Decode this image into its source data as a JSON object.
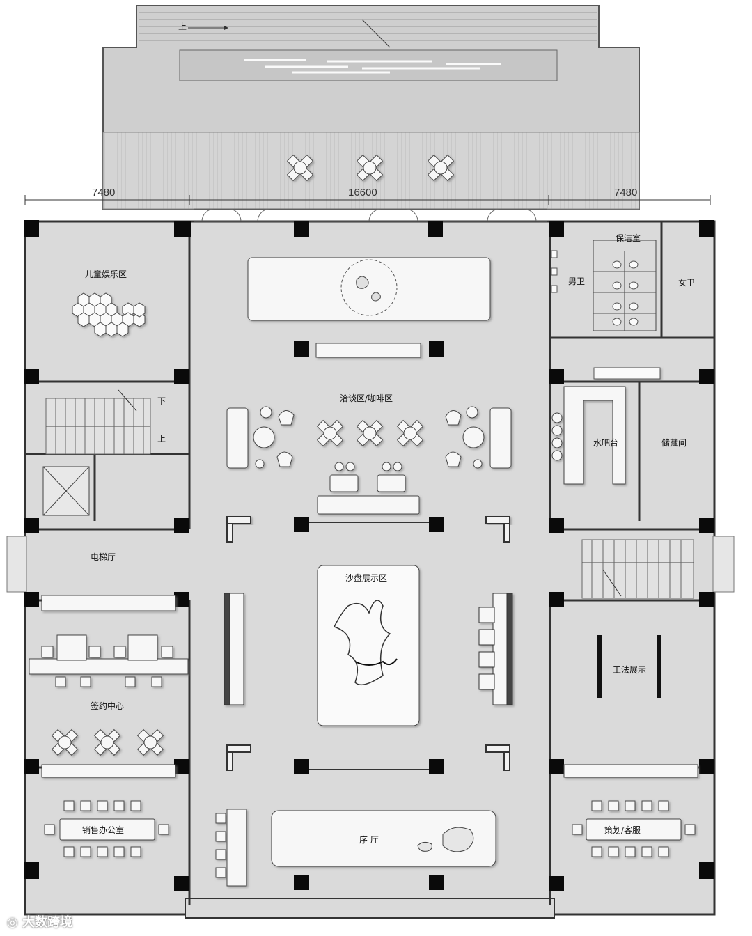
{
  "plan": {
    "dimensions": {
      "left": "7480",
      "center": "16600",
      "right": "7480"
    },
    "stair_labels": {
      "up_top": "上",
      "down": "下",
      "up": "上"
    },
    "rooms": {
      "kids": "儿童娱乐区",
      "cleaning": "保洁室",
      "mens": "男卫",
      "womens": "女卫",
      "lounge": "洽谈区/咖啡区",
      "water_bar": "水吧台",
      "storage": "储藏间",
      "elevator_hall": "电梯厅",
      "sand_table": "沙盘展示区",
      "construction": "工法展示",
      "contract": "签约中心",
      "sales_office": "销售办公室",
      "foyer": "序 厅",
      "planning": "策划/客服"
    },
    "watermark": "大数跨境"
  },
  "colors": {
    "floor": "#d8d8d8",
    "wall": "#111111",
    "furniture": "#f7f7f7",
    "line": "#555555"
  }
}
